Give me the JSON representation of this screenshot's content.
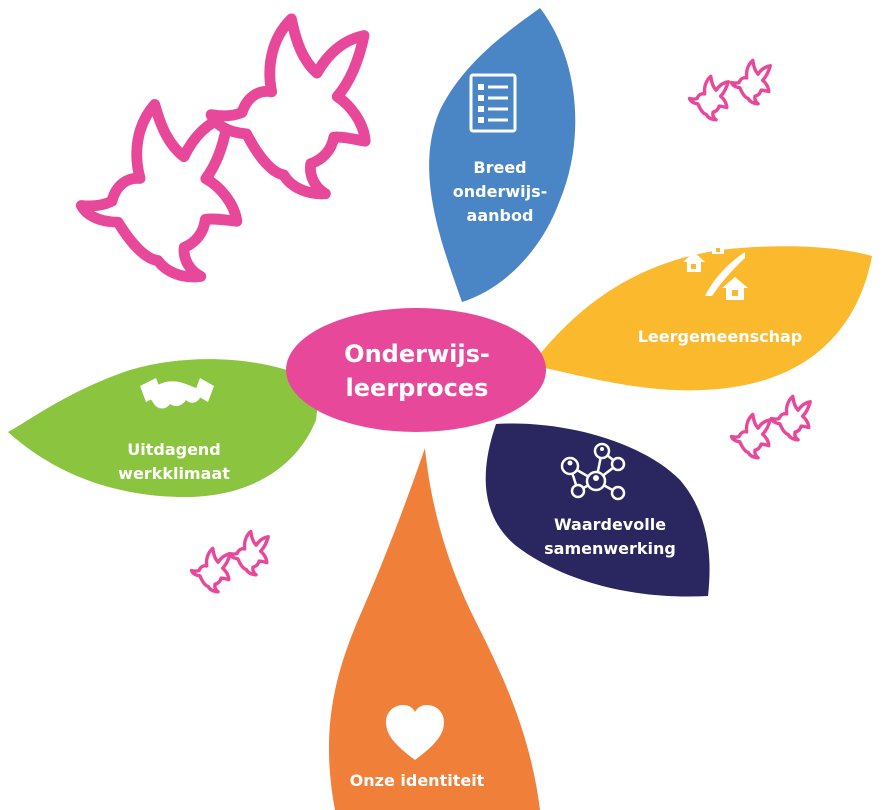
{
  "center": {
    "line1": "Onderwijs-",
    "line2": "leerproces",
    "color": "#E8489A"
  },
  "petals": [
    {
      "id": "breed",
      "lines": [
        "Breed",
        "onderwijs-",
        "aanbod"
      ],
      "color": "#4A86C5",
      "icon": "list-document-icon"
    },
    {
      "id": "leergemeenschap",
      "lines": [
        "Leergemeenschap"
      ],
      "color": "#FBB92E",
      "icon": "houses-road-icon"
    },
    {
      "id": "waardevolle",
      "lines": [
        "Waardevolle",
        "samenwerking"
      ],
      "color": "#292660",
      "icon": "network-people-icon"
    },
    {
      "id": "identiteit",
      "lines": [
        "Onze identiteit"
      ],
      "color": "#F07F3A",
      "icon": "heart-icon"
    },
    {
      "id": "uitdagend",
      "lines": [
        "Uitdagend",
        "werkklimaat"
      ],
      "color": "#8BC43F",
      "icon": "handshake-icon"
    }
  ],
  "decor": {
    "dove_color": "#E8489A"
  }
}
